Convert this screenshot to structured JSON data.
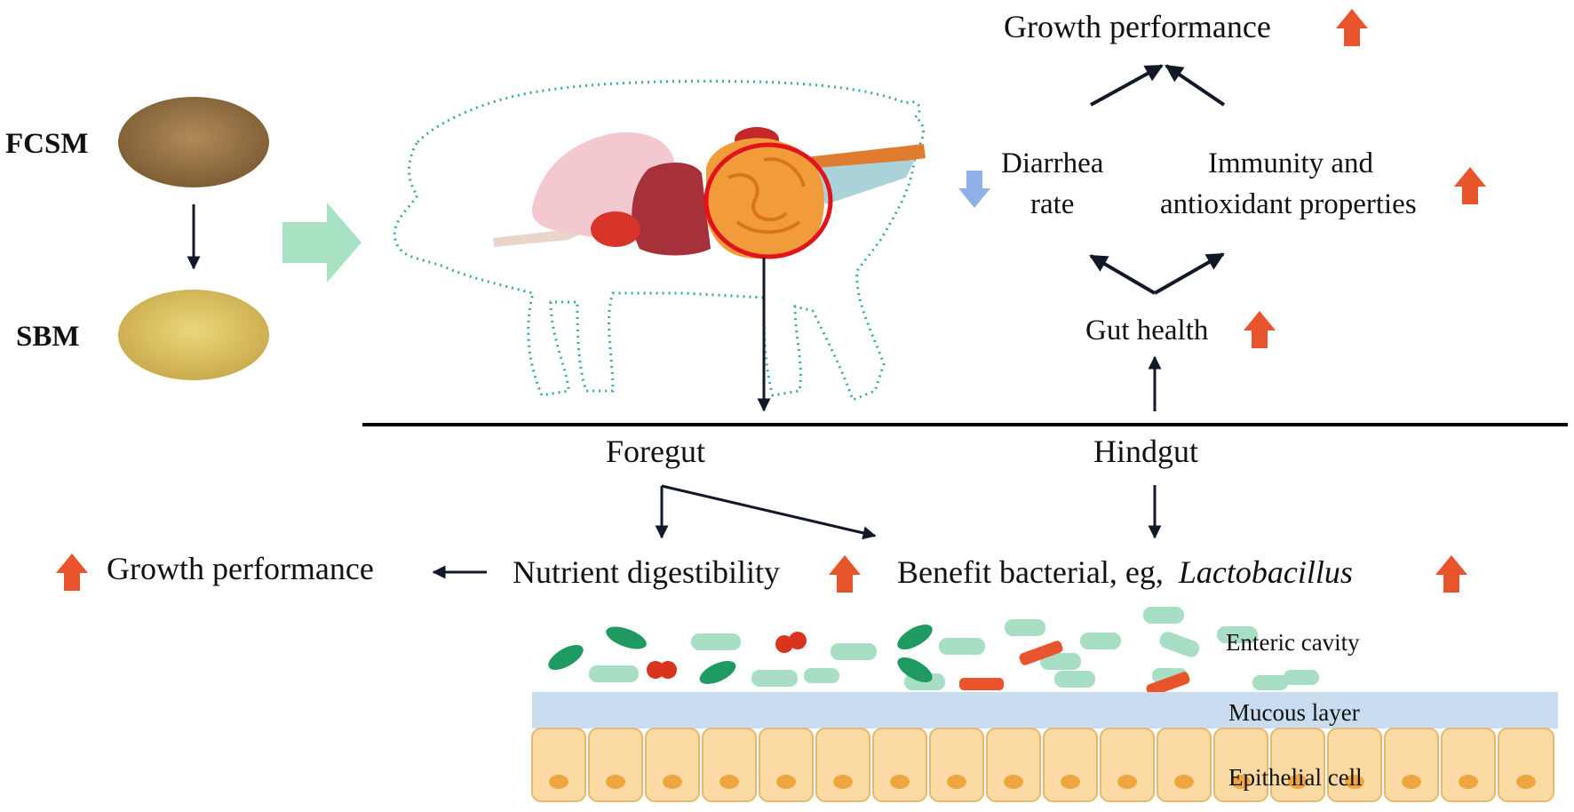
{
  "feeds": {
    "top": "FCSM",
    "bottom": "SBM"
  },
  "outcomes": {
    "growth_performance_top": "Growth performance",
    "diarrhea_line1": "Diarrhea",
    "diarrhea_line2": "rate",
    "immunity_line1": "Immunity and",
    "immunity_line2": "antioxidant properties",
    "gut_health": "Gut health"
  },
  "gut_sections": {
    "foregut": "Foregut",
    "hindgut": "Hindgut"
  },
  "effects": {
    "growth_performance_left": "Growth performance",
    "nutrient_digestibility": "Nutrient digestibility",
    "benefit_bacteria_prefix": "Benefit bacterial, eg,",
    "benefit_bacteria_genus": "Lactobacillus"
  },
  "layers": {
    "enteric": "Enteric cavity",
    "mucous": "Mucous layer",
    "epithelial": "Epithelial cell"
  },
  "colors": {
    "increase_arrow": "#e8542b",
    "decrease_arrow": "#8fb1e8",
    "big_arrow": "#a8e2c3",
    "highlight_ring": "#e0141a",
    "pig_outline": "#3aa8a8",
    "mucus": "#c9dcf0",
    "cell": "#fbd9a3"
  }
}
